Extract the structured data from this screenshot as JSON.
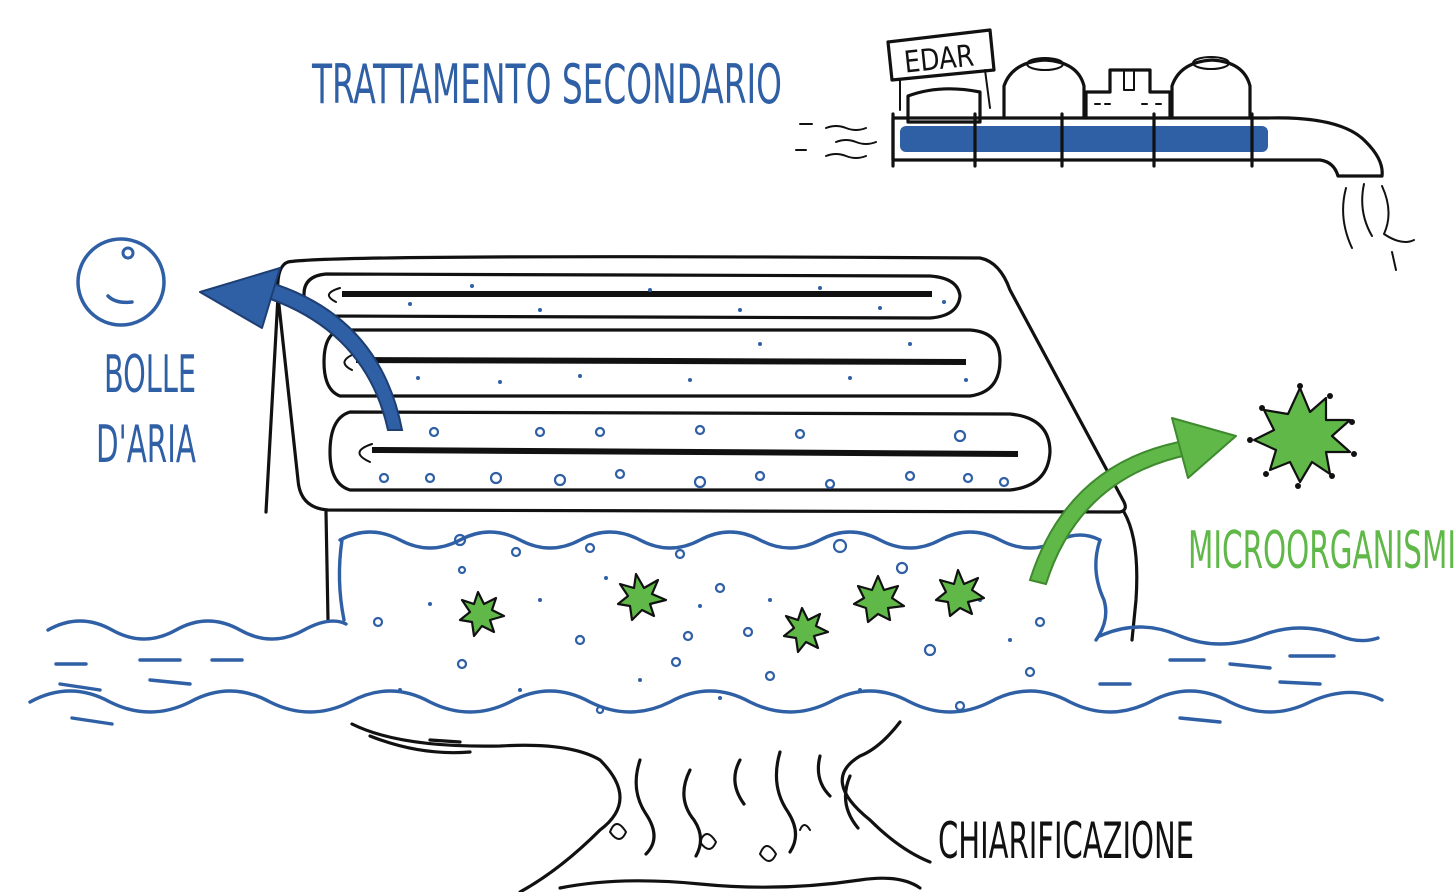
{
  "title": "TRATTAMENTO SECONDARIO",
  "plant_sign": "EDAR",
  "labels": {
    "air_bubbles_line1": "BOLLE",
    "air_bubbles_line2": "D'ARIA",
    "microorganisms": "MICROORGANISMI",
    "clarification": "CHIARIFICAZIONE"
  },
  "colors": {
    "blue": "#2f5fa5",
    "green": "#5fb847",
    "ink": "#111111"
  },
  "icons": {
    "bubble": "air-bubble-icon",
    "microbe": "microorganism-icon",
    "plant": "treatment-plant-icon"
  }
}
